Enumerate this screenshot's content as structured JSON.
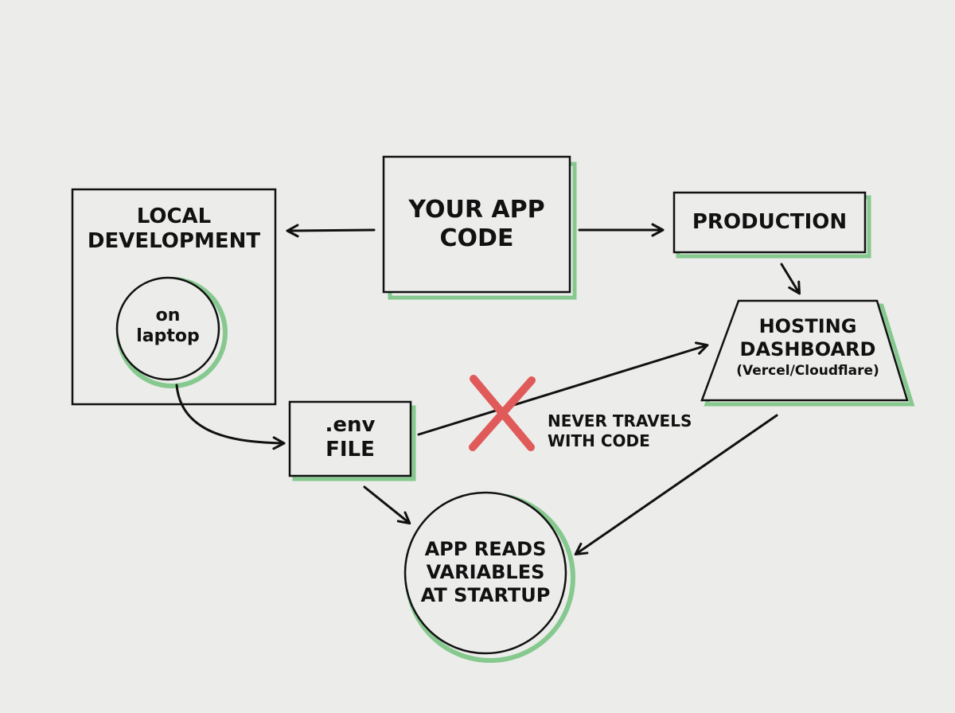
{
  "nodes": {
    "app_code": {
      "line1": "YOUR APP",
      "line2": "CODE"
    },
    "local_dev": {
      "line1": "LOCAL",
      "line2": "DEVELOPMENT"
    },
    "laptop": {
      "line1": "on",
      "line2": "laptop"
    },
    "production": {
      "label": "PRODUCTION"
    },
    "hosting": {
      "line1": "HOSTING",
      "line2": "DASHBOARD",
      "line3": "(Vercel/Cloudflare)"
    },
    "env_file": {
      "line1": ".env",
      "line2": "FILE"
    },
    "app_reads": {
      "line1": "APP READS",
      "line2": "VARIABLES",
      "line3": "AT STARTUP"
    }
  },
  "annotation": {
    "line1": "NEVER TRAVELS",
    "line2": "WITH CODE"
  },
  "colors": {
    "background": "#ececea",
    "stroke": "#111111",
    "shadow": "#86c98f",
    "cross": "#e05a5a"
  }
}
